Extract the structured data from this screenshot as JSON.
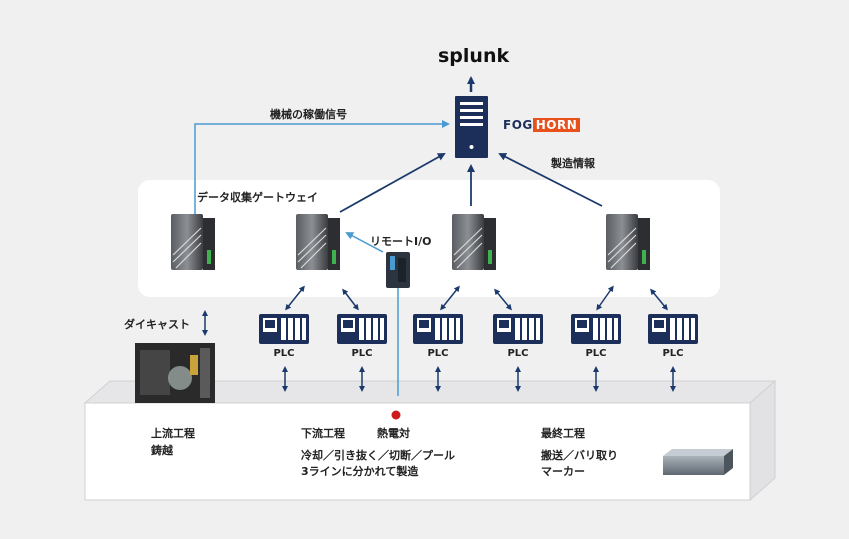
{
  "top": {
    "splunk": "splunk",
    "foghorn_fog": "FOG",
    "foghorn_horn": "HORN"
  },
  "labels": {
    "machine_signal": "機械の稼働信号",
    "manufacturing_info": "製造情報",
    "data_gateway": "データ収集ゲートウェイ",
    "remote_io": "リモートI/O",
    "die_cast": "ダイキャスト",
    "plc": "PLC"
  },
  "process": {
    "upstream_title": "上流工程",
    "upstream_sub": "鋳越",
    "downstream_title": "下流工程",
    "thermocouple": "熱電対",
    "downstream_line1": "冷却／引き抜く／切断／プール",
    "downstream_line2": "3ラインに分かれて製造",
    "final_title": "最終工程",
    "final_line1": "搬送／バリ取り",
    "final_line2": "マーカー"
  },
  "colors": {
    "arrow_dark": "#1b3a6b",
    "arrow_light": "#4a9bd1",
    "server": "#1c2f5a",
    "brand_orange": "#e8501c",
    "thermo_dot": "#cc1c1c"
  }
}
